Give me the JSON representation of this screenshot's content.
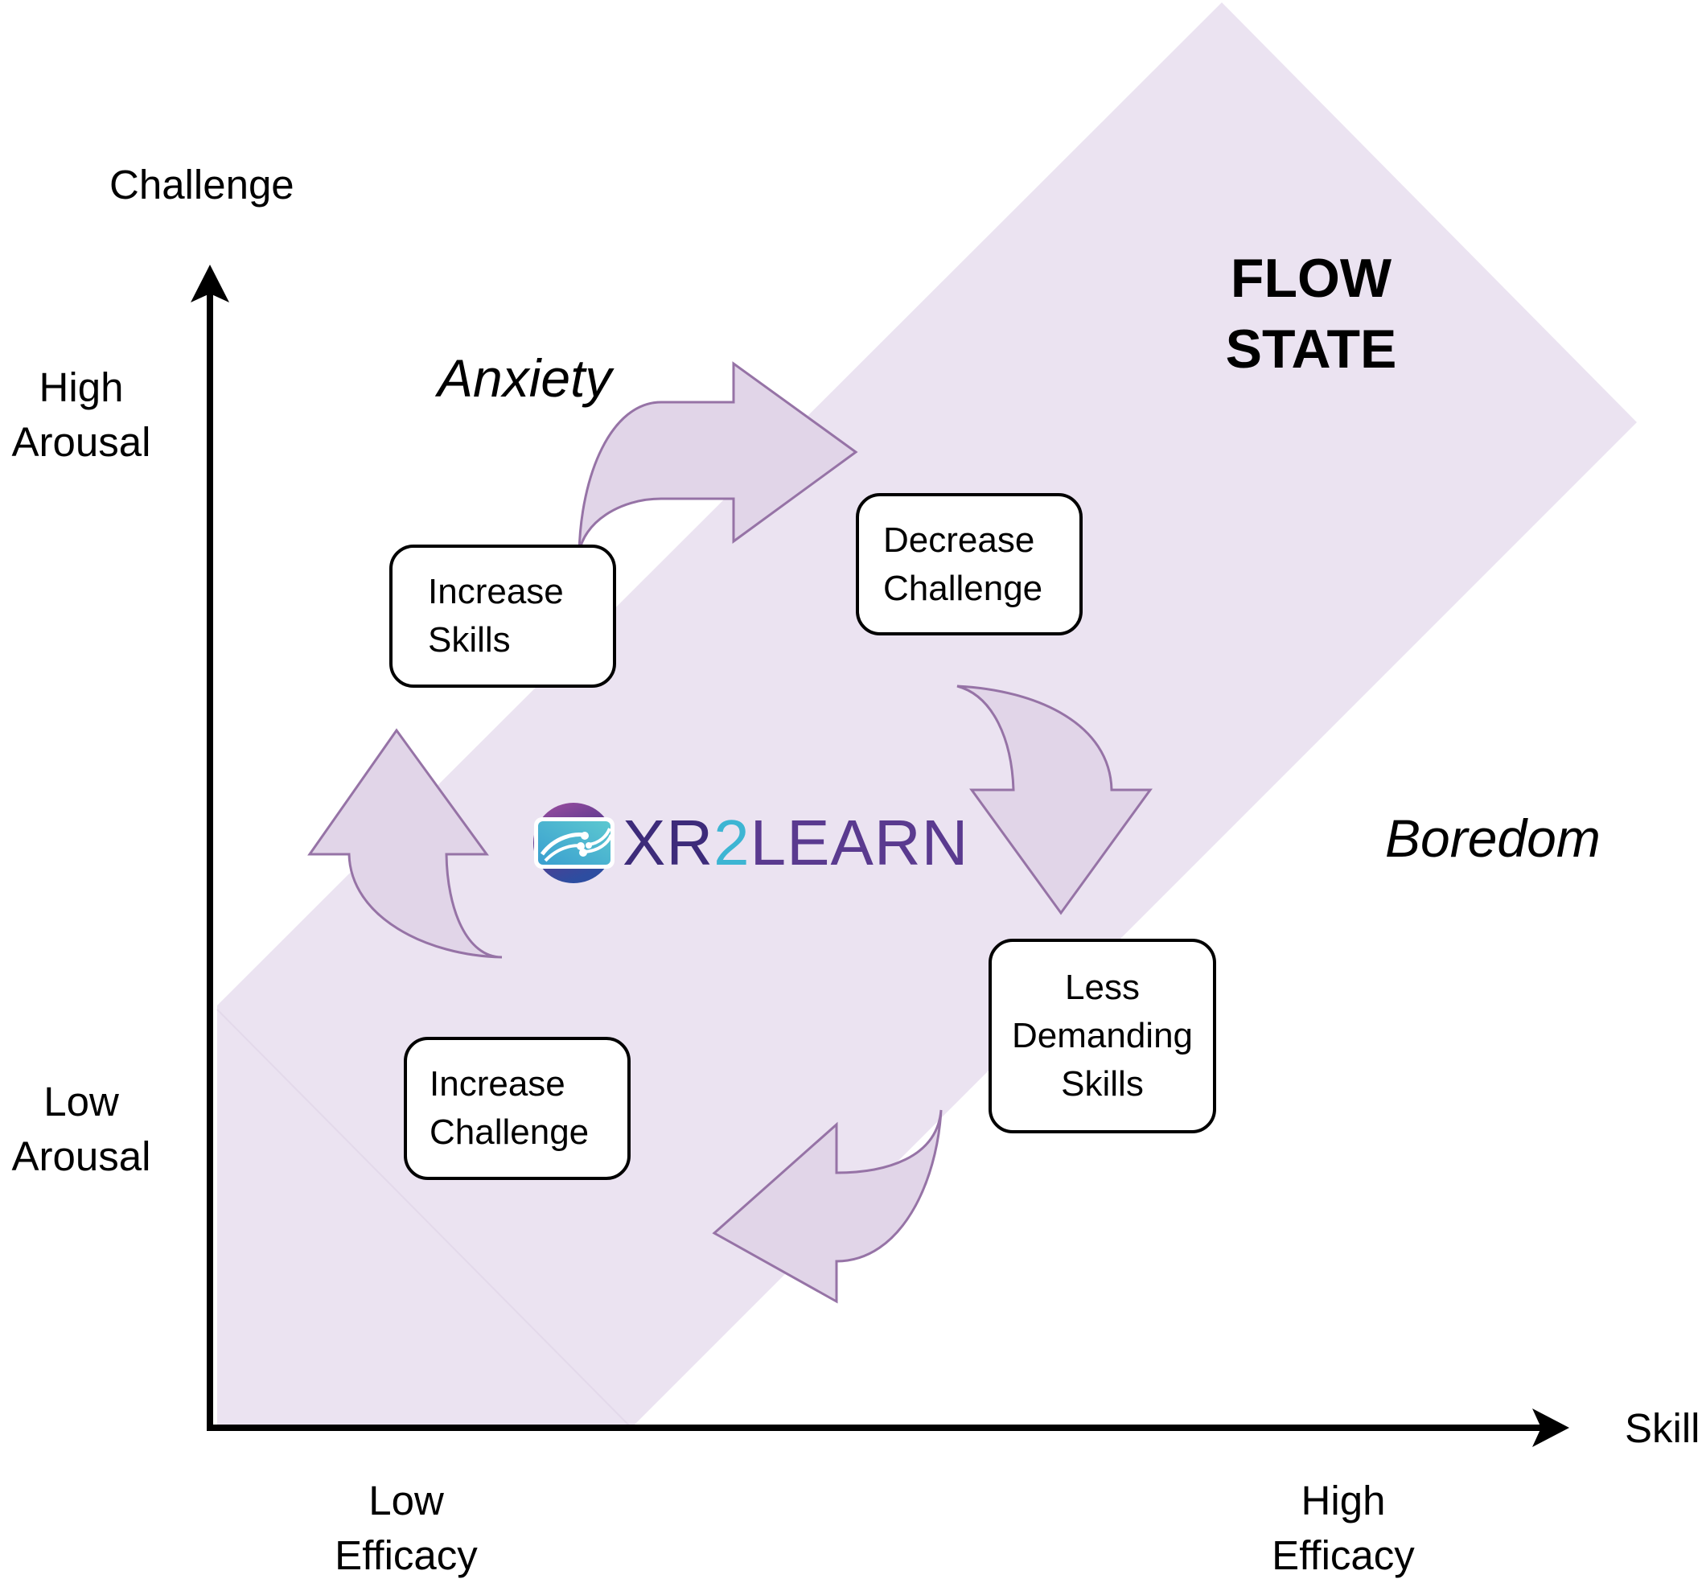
{
  "axes": {
    "y_title": "Challenge",
    "x_title": "Skill",
    "y_high": [
      "High",
      "Arousal"
    ],
    "y_low": [
      "Low",
      "Arousal"
    ],
    "x_low": [
      "Low",
      "Efficacy"
    ],
    "x_high": [
      "High",
      "Efficacy"
    ]
  },
  "zones": {
    "anxiety": "Anxiety",
    "boredom": "Boredom",
    "flow": [
      "FLOW",
      "STATE"
    ]
  },
  "boxes": {
    "increase_skills": [
      "Increase",
      "Skills"
    ],
    "decrease_challenge": [
      "Decrease",
      "Challenge"
    ],
    "less_demanding_skills": [
      "Less",
      "Demanding",
      "Skills"
    ],
    "increase_challenge": [
      "Increase",
      "Challenge"
    ]
  },
  "logo": {
    "prefix": "XR",
    "digit": "2",
    "suffix": "LEARN",
    "icon": "xr2learn-logo-icon"
  },
  "colors": {
    "band": "#ebe3f1",
    "arrow_fill": "#e1d5e8",
    "arrow_stroke": "#9673a6",
    "logo_dark": "#3d2b7a",
    "logo_purple": "#7a4ea0",
    "logo_teal": "#3db5d3"
  }
}
